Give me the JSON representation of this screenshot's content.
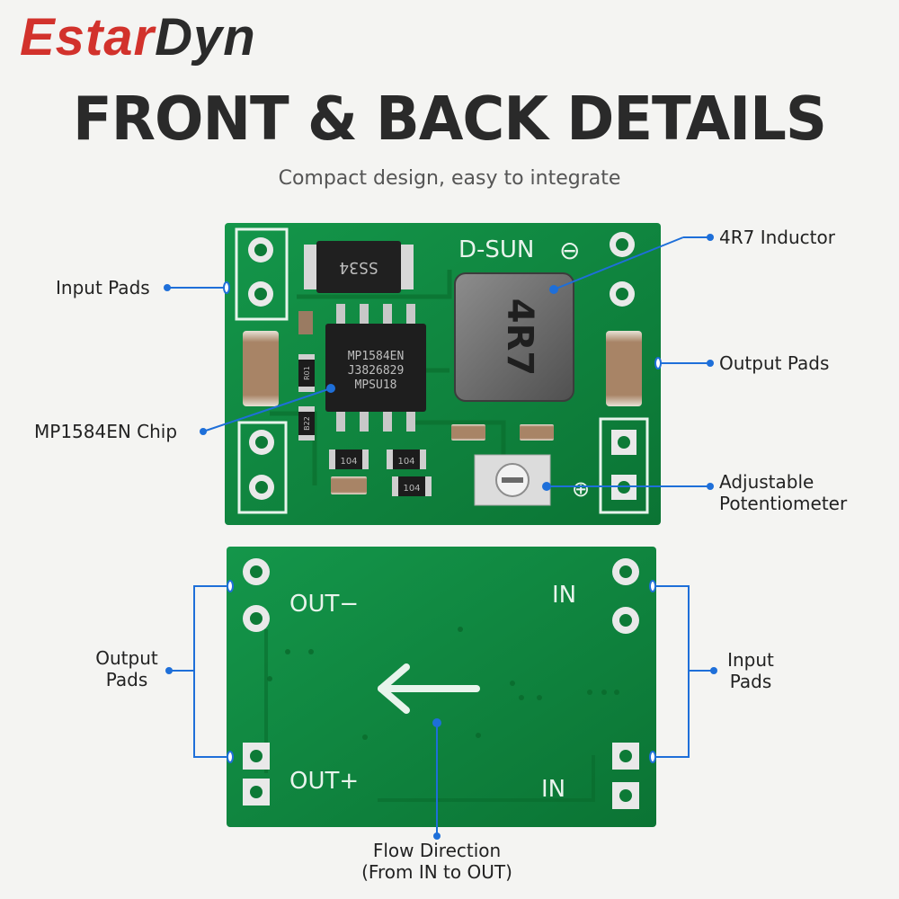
{
  "brand": {
    "part1": "Estar",
    "part2": "Dyn"
  },
  "headline": "FRONT & BACK DETAILS",
  "tagline": "Compact design, easy to integrate",
  "front_board": {
    "silkscreen": {
      "title": "D-SUN",
      "minus": "⊖",
      "plus": "⊕"
    },
    "diode_marking": "SS34",
    "chip_lines": [
      "MP1584EN",
      "J3826829",
      "MPSU18"
    ],
    "inductor_marking": "4R7",
    "resistor_markings": [
      "104",
      "104",
      "104"
    ],
    "smd_small": [
      "R01",
      "B22"
    ]
  },
  "back_board": {
    "out_minus": "OUT−",
    "out_plus": "OUT+",
    "in_top": "IN",
    "in_bottom": "IN"
  },
  "callouts": {
    "input_pads_front": "Input Pads",
    "inductor": "4R7 Inductor",
    "output_pads_front": "Output Pads",
    "chip": "MP1584EN Chip",
    "potentiometer_line1": "Adjustable",
    "potentiometer_line2": "Potentiometer",
    "output_pads_back_line1": "Output",
    "output_pads_back_line2": "Pads",
    "input_pads_back_line1": "Input",
    "input_pads_back_line2": "Pads",
    "flow_line1": "Flow Direction",
    "flow_line2": "(From IN to OUT)"
  },
  "colors": {
    "pcb": "#0f8a3c",
    "pcb_dark": "#0a6a2c",
    "callout": "#1e6fd9",
    "silk": "#e8f4ec"
  }
}
